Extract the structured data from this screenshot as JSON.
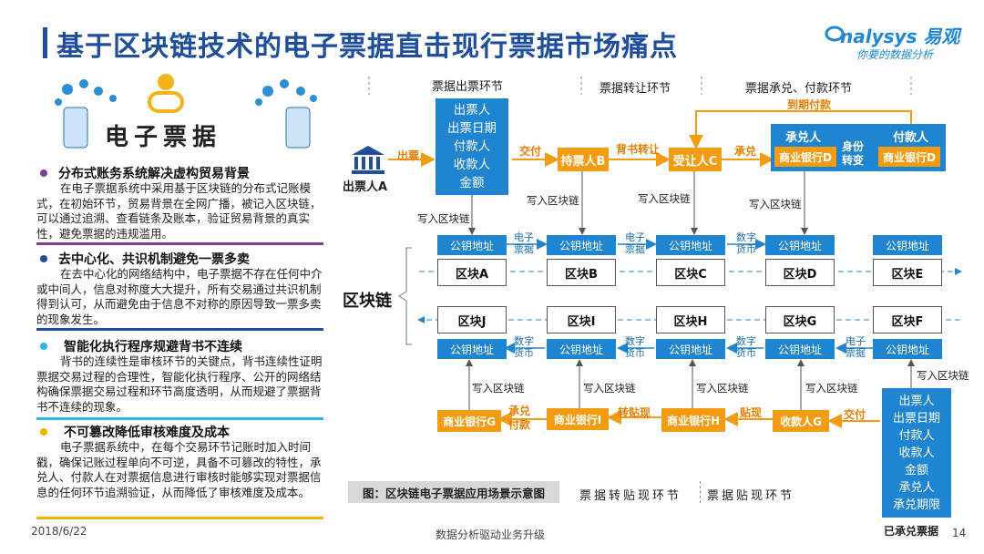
{
  "header": {
    "title": "基于区块链技术的电子票据直击现行票据市场痛点",
    "brand_name": "nalysys 易观",
    "brand_sub": "你要的数据分析"
  },
  "left_panel": {
    "hero_text": "电子票据",
    "sections": [
      {
        "heading": "分布式账务系统解决虚构贸易背景",
        "body": "在电子票据系统中采用基于区块链的分布式记账模式，在初始环节，贸易背景在全网广播，被记入区块链，可以通过追溯、查看链条及账本，验证贸易背景的真实性，避免票据的违规滥用。",
        "bullet_color": "#7b3f98"
      },
      {
        "heading": "去中心化、共识机制避免一票多卖",
        "body": "在去中心化的网络结构中，电子票据不存在任何中介或中间人，信息对称度大大提升，所有交易通过共识机制得到认可，从而避免由于信息不对称的原因导致一票多卖的现象发生。",
        "bullet_color": "#1e4e9c"
      },
      {
        "heading": "智能化执行程序规避背书不连续",
        "body": "背书的连续性是审核环节的关键点，背书连续性证明票据交易过程的合理性，智能化执行程序、公开的网络结构确保票据交易过程和环节高度透明，从而规避了票据背书不连续的现象。",
        "bullet_color": "#29b6e8"
      },
      {
        "heading": "不可篡改降低审核难度及成本",
        "body": "电子票据系统中，在每个交易环节记账时加入时间戳，确保记账过程单向不可逆，具备不可篡改的特性，承兑人、付款人在对票据信息进行审核时能够实现对票据信息的任何环节追溯验证，从而降低了审核难度及成本。",
        "bullet_color": "#f3b300"
      }
    ]
  },
  "diagram": {
    "stages": [
      "票据出票环节",
      "票据转让环节",
      "票据承兑、付款环节"
    ],
    "issuer": "出票人A",
    "issue_info": [
      "出票人",
      "出票日期",
      "付款人",
      "收款人",
      "金额"
    ],
    "flow_top": {
      "issue": "出票",
      "deliver": "交付",
      "endorse": "背书转让",
      "accept": "承兑",
      "due_pay": "到期付款",
      "identity": "身份转变"
    },
    "holder_b": "持票人B",
    "transferee_c": "受让人C",
    "acceptor_label": "承兑人",
    "payer_label": "付款人",
    "bank_d1": "商业银行D",
    "bank_d2": "商业银行D",
    "write_chain": "写入区块链",
    "key_addr": "公钥地址",
    "ebill": "电子票据",
    "digital_currency": "数字货币",
    "chain_label": "区块链",
    "blocks_top": [
      "区块A",
      "区块B",
      "区块C",
      "区块D",
      "区块E"
    ],
    "blocks_bottom": [
      "区块J",
      "区块I",
      "区块H",
      "区块G",
      "区块F"
    ],
    "bottom_nodes": {
      "bank_g": "商业银行G",
      "bank_i": "商业银行I",
      "bank_h": "商业银行H",
      "payee_g": "收款人G"
    },
    "flow_bottom": {
      "accept_pay": "承兑付款",
      "rediscount": "转贴现",
      "discount": "贴现",
      "deliver": "交付"
    },
    "accepted_info": [
      "出票人",
      "出票日期",
      "付款人",
      "收款人",
      "金额",
      "承兑人",
      "承兑期限"
    ],
    "accepted_label": "已承兑票据",
    "caption": "图：区块链电子票据应用场景示意图",
    "bottom_stage_1": "票据转贴现环节",
    "bottom_stage_2": "票据贴现环节"
  },
  "footer": {
    "date": "2018/6/22",
    "center": "数据分析驱动业务升级",
    "page": "14"
  },
  "colors": {
    "title": "#1e4e9c",
    "blue": "#1f85d0",
    "orange": "#f39c12",
    "brand": "#1e88d4"
  }
}
